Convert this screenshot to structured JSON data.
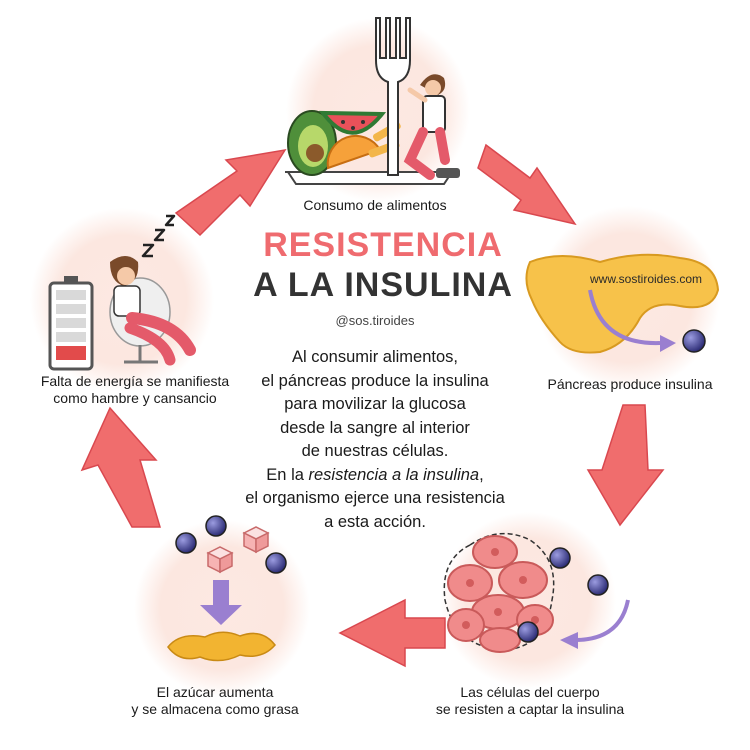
{
  "title": {
    "line1": "RESISTENCIA",
    "line2": "A LA INSULINA"
  },
  "handle": "@sos.tiroides",
  "website": "www.sostiroides.com",
  "description": {
    "line1": "Al consumir alimentos,",
    "line2": "el páncreas produce la insulina",
    "line3": "para movilizar la glucosa",
    "line4": "desde la sangre al interior",
    "line5": "de nuestras células.",
    "line6_prefix": "En la ",
    "line6_emphasis": "resistencia a la insulina",
    "line6_suffix": ",",
    "line7": "el organismo ejerce una resistencia",
    "line8": "a esta acción."
  },
  "steps": [
    {
      "id": "food",
      "lines": [
        "Consumo de alimentos"
      ]
    },
    {
      "id": "pancreas",
      "lines": [
        "Páncreas produce insulina"
      ]
    },
    {
      "id": "cells",
      "lines": [
        "Las células del cuerpo",
        "se resisten a captar la insulina"
      ]
    },
    {
      "id": "sugar",
      "lines": [
        "El azúcar aumenta",
        "y se almacena como grasa"
      ]
    },
    {
      "id": "energy",
      "lines": [
        "Falta de energía se manifiesta",
        "como hambre y cansancio"
      ]
    }
  ],
  "icons": [
    "fork-icon",
    "watermelon-icon",
    "avocado-icon",
    "orange-slice-icon",
    "pancreas-icon",
    "insulin-molecule-icon",
    "cells-icon",
    "sugar-cube-icon",
    "fat-blob-icon",
    "battery-low-icon",
    "tired-person-icon",
    "sleep-z-icon",
    "cycle-arrow-icon"
  ],
  "colors": {
    "accent_red": "#ef6b6f",
    "arrow": "#f06d6d",
    "arrow_dark": "#d9484f",
    "bubble": "#fde3dc",
    "title_dark": "#333333",
    "pancreas": "#f7c24a",
    "molecule": "#4b4c9a",
    "purple_arrow": "#9a7fd0",
    "cell": "#f08b8b",
    "fat": "#f2b431"
  }
}
